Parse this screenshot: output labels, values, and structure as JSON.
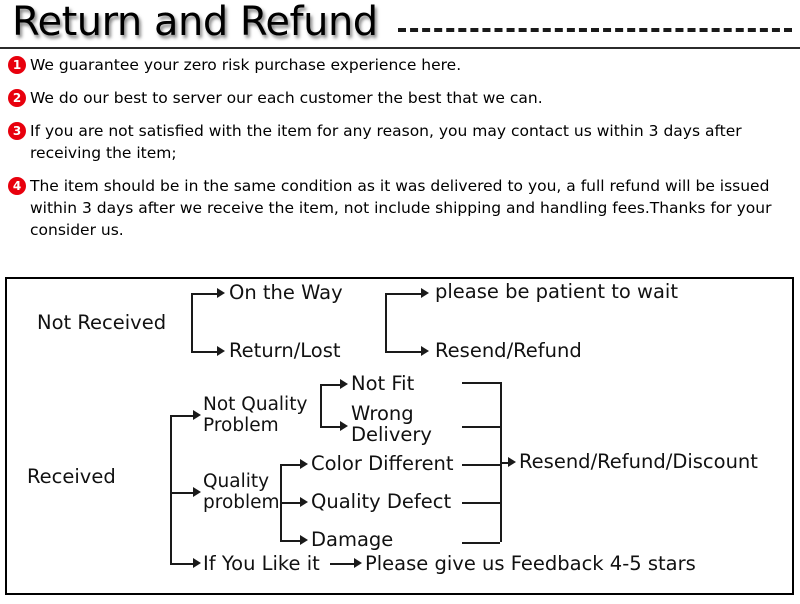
{
  "header": {
    "title": "Return and Refund",
    "dash_color": "#1a1a1a"
  },
  "policy": {
    "bullet_color": "#e8000d",
    "items": [
      {
        "number": "1",
        "text": "We guarantee your zero risk purchase experience here."
      },
      {
        "number": "2",
        "text": "We do our best to server our each customer the best that we can."
      },
      {
        "number": "3",
        "text": "If you are not satisfied with the item for any reason, you may contact us within 3 days after receiving the item;"
      },
      {
        "number": "4",
        "text": "The item should be in the same condition as it was delivered to you, a full refund will be issued within 3 days after we receive the item, not include shipping and handling fees.Thanks for your consider us."
      }
    ]
  },
  "flowchart": {
    "type": "diagram",
    "nodes": {
      "not_received": "Not Received",
      "on_the_way": "On the Way",
      "return_lost": "Return/Lost",
      "please_wait": "please be patient to wait",
      "resend_refund": "Resend/Refund",
      "received": "Received",
      "not_quality_problem": "Not Quality\nProblem",
      "not_fit": "Not Fit",
      "wrong_delivery": "Wrong\nDelivery",
      "quality_problem": "Quality\nproblem",
      "color_different": "Color Different",
      "quality_defect": "Quality Defect",
      "damage": "Damage",
      "resend_refund_discount": "Resend/Refund/Discount",
      "if_you_like_it": "If You Like it",
      "feedback": "Please give us Feedback 4-5 stars"
    },
    "edges": [
      {
        "from": "not_received",
        "to": "on_the_way"
      },
      {
        "from": "not_received",
        "to": "return_lost"
      },
      {
        "from": "on_the_way",
        "to": "please_wait"
      },
      {
        "from": "return_lost",
        "to": "resend_refund"
      },
      {
        "from": "received",
        "to": "not_quality_problem"
      },
      {
        "from": "received",
        "to": "quality_problem"
      },
      {
        "from": "received",
        "to": "if_you_like_it"
      },
      {
        "from": "not_quality_problem",
        "to": "not_fit"
      },
      {
        "from": "not_quality_problem",
        "to": "wrong_delivery"
      },
      {
        "from": "quality_problem",
        "to": "color_different"
      },
      {
        "from": "quality_problem",
        "to": "quality_defect"
      },
      {
        "from": "quality_problem",
        "to": "damage"
      },
      {
        "from": "not_fit",
        "to": "resend_refund_discount"
      },
      {
        "from": "wrong_delivery",
        "to": "resend_refund_discount"
      },
      {
        "from": "color_different",
        "to": "resend_refund_discount"
      },
      {
        "from": "quality_defect",
        "to": "resend_refund_discount"
      },
      {
        "from": "damage",
        "to": "resend_refund_discount"
      },
      {
        "from": "if_you_like_it",
        "to": "feedback"
      }
    ]
  }
}
